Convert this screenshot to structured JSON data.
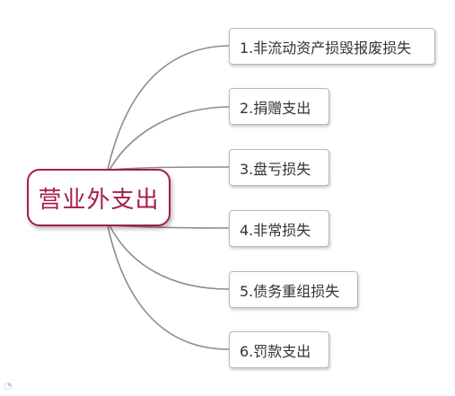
{
  "root": {
    "label": "营业外支出"
  },
  "branches": [
    {
      "label": "1.非流动资产损毁报废损失"
    },
    {
      "label": "2.捐赠支出"
    },
    {
      "label": "3.盘亏损失"
    },
    {
      "label": "4.非常损失"
    },
    {
      "label": "5.债务重组损失"
    },
    {
      "label": "6.罚款支出"
    }
  ],
  "colors": {
    "root_border": "#a51d4f",
    "root_text": "#a51d4f",
    "connector": "#8d8d8d",
    "branch_border": "#b8b8b8",
    "branch_text": "#333333"
  },
  "watermark": {
    "icon": "weibo-logo-icon"
  }
}
